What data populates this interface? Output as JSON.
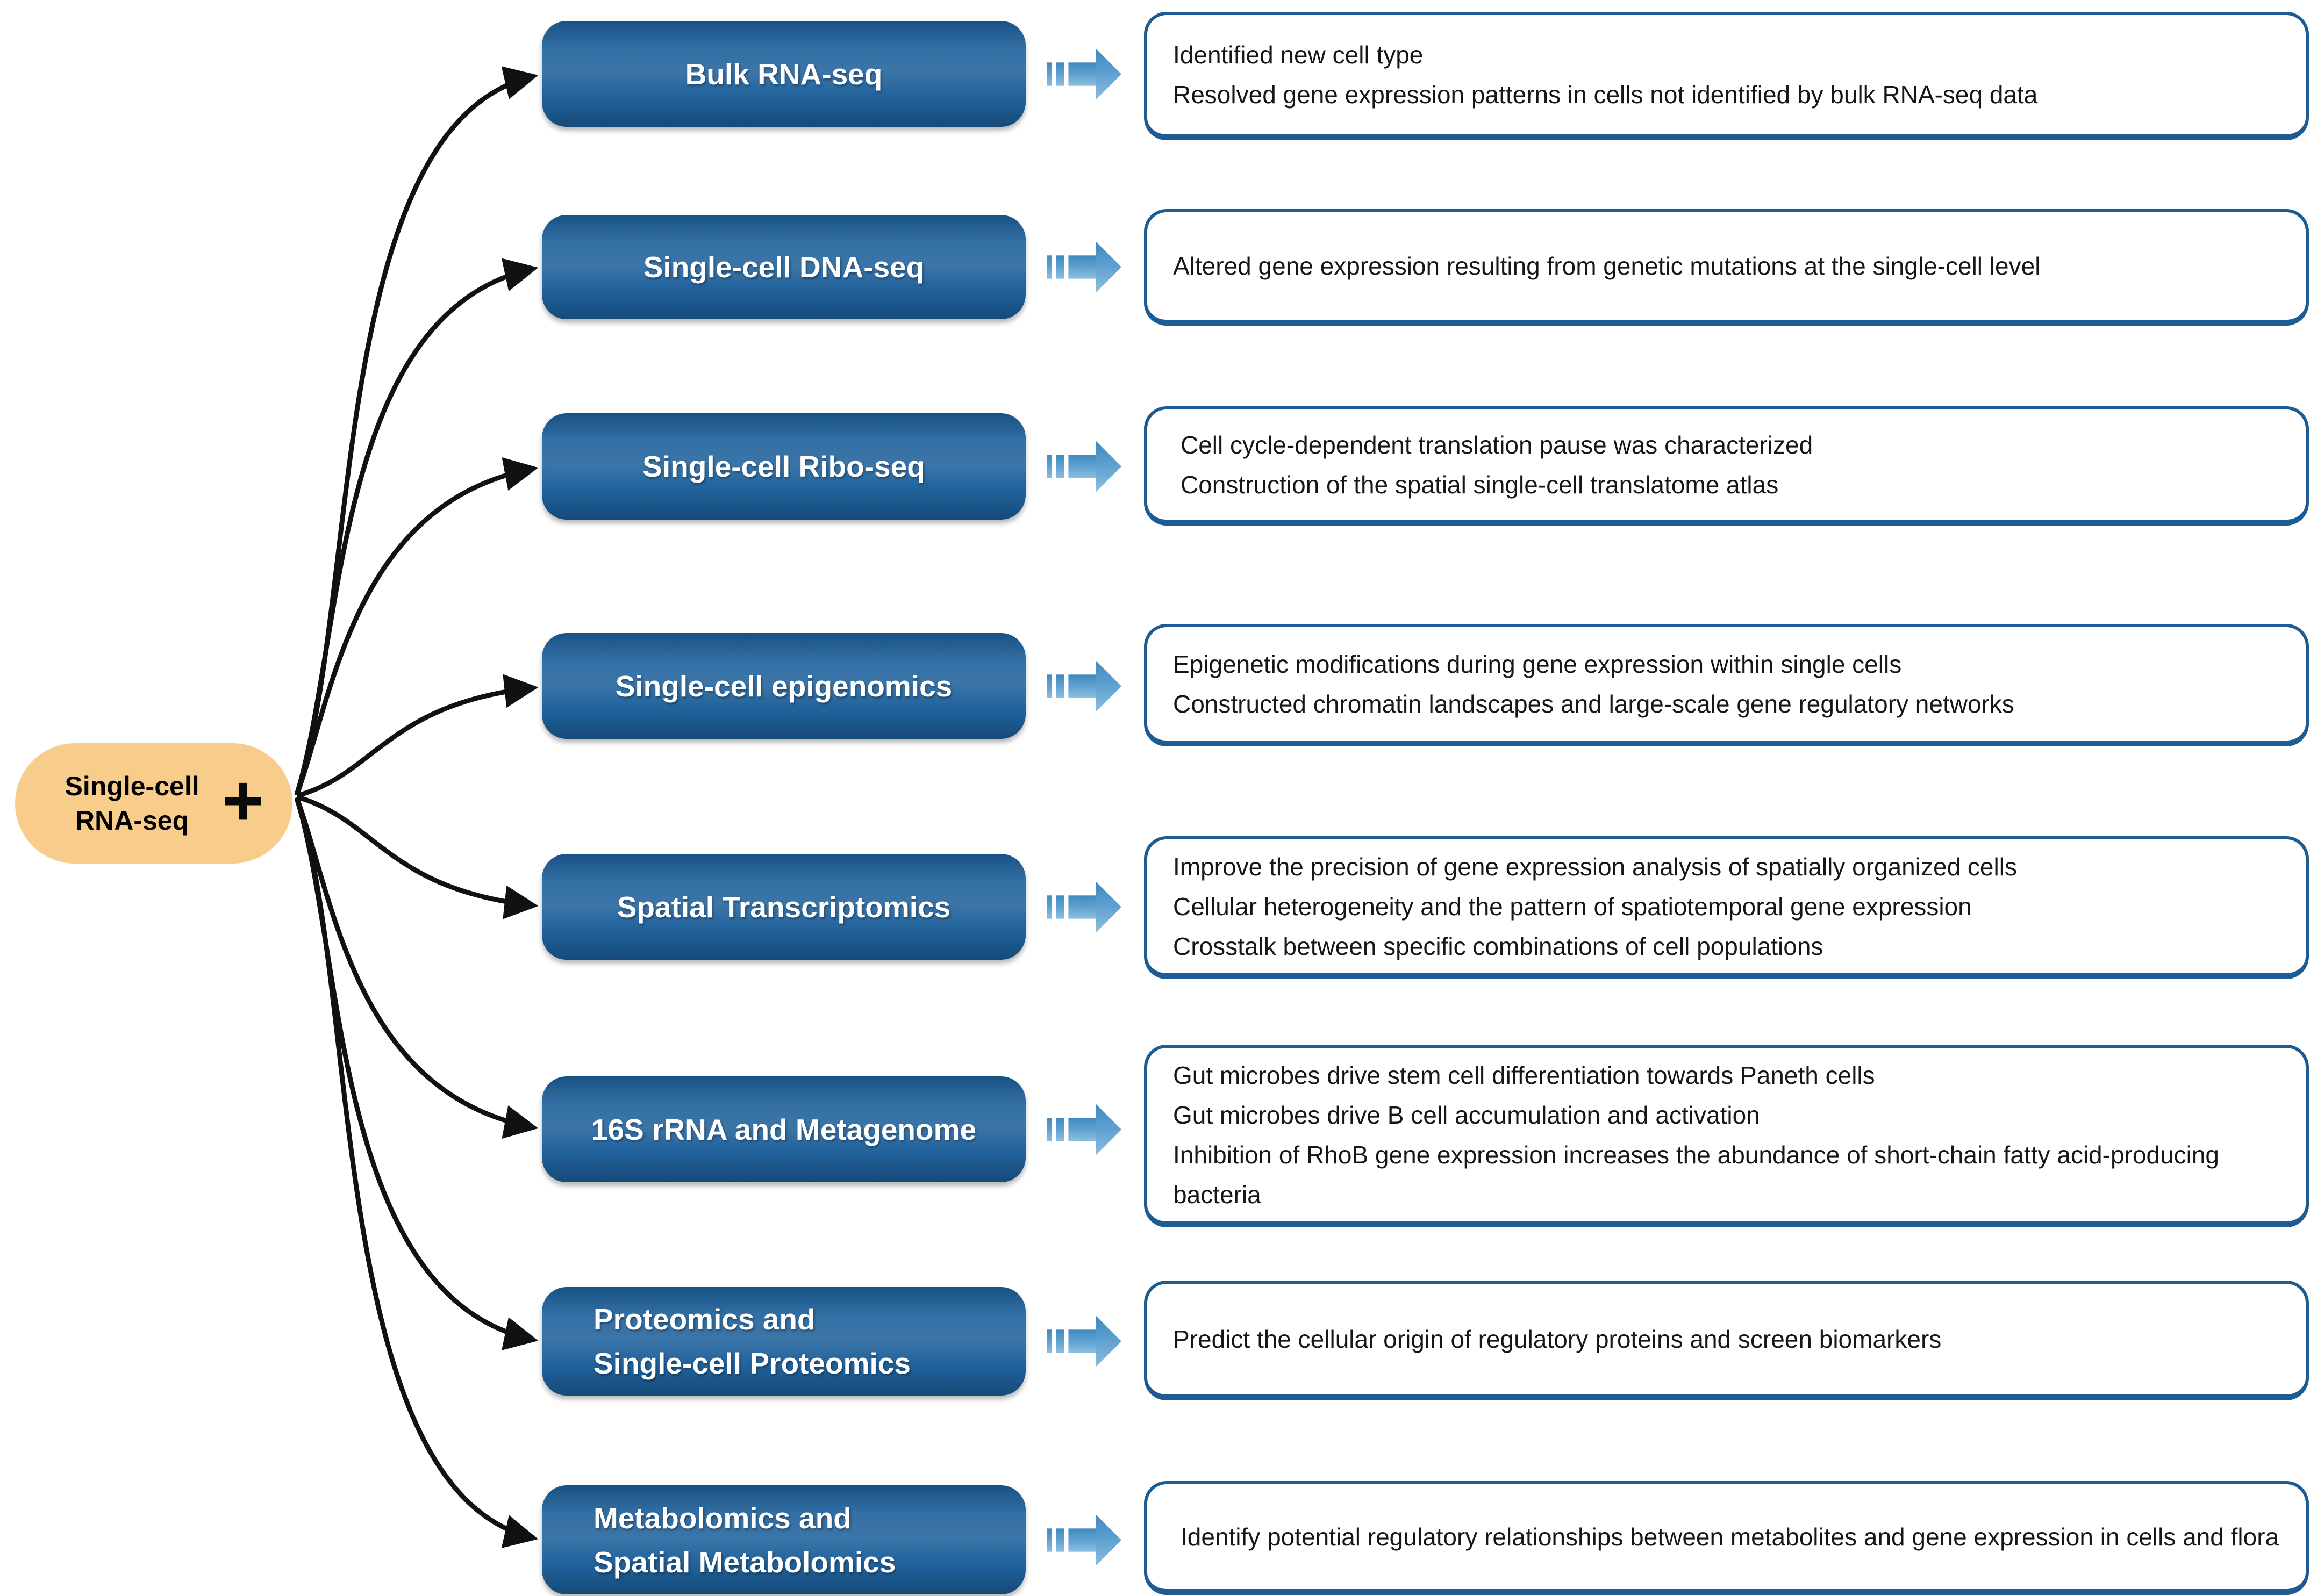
{
  "source": {
    "label": "Single-cell RNA-seq",
    "plus_symbol": "+"
  },
  "rows": [
    {
      "label_lines": [
        "Bulk RNA-seq"
      ],
      "findings": [
        "Identified new cell type",
        "Resolved gene expression patterns in cells not identified by bulk RNA-seq data"
      ]
    },
    {
      "label_lines": [
        "Single-cell DNA-seq"
      ],
      "findings": [
        "Altered gene expression resulting from genetic mutations at the single-cell level"
      ]
    },
    {
      "label_lines": [
        "Single-cell Ribo-seq"
      ],
      "findings": [
        "Cell cycle-dependent translation pause was characterized",
        "Construction of the spatial single-cell translatome atlas"
      ]
    },
    {
      "label_lines": [
        "Single-cell epigenomics"
      ],
      "findings": [
        "Epigenetic modifications during gene expression within single cells",
        "Constructed chromatin landscapes and large-scale gene regulatory networks"
      ]
    },
    {
      "label_lines": [
        "Spatial Transcriptomics"
      ],
      "findings": [
        "Improve the precision of gene expression analysis of spatially organized cells",
        "Cellular heterogeneity and the pattern of spatiotemporal gene expression",
        "Crosstalk between specific combinations of cell populations"
      ]
    },
    {
      "label_lines": [
        "16S rRNA and Metagenome"
      ],
      "findings": [
        "Gut microbes drive stem cell differentiation towards Paneth cells",
        "Gut microbes drive B cell accumulation and activation",
        "Inhibition of RhoB gene expression increases the abundance of short-chain fatty acid-producing bacteria"
      ]
    },
    {
      "label_lines": [
        "Proteomics and",
        "Single-cell Proteomics"
      ],
      "findings": [
        "Predict the cellular origin of regulatory proteins and screen biomarkers"
      ]
    },
    {
      "label_lines": [
        "Metabolomics and",
        "Spatial Metabolomics"
      ],
      "findings": [
        "Identify potential regulatory relationships between metabolites and gene expression in cells and flora"
      ]
    }
  ],
  "colors": {
    "box_blue": "#1c5f9a",
    "border_blue": "#1c5c92",
    "arrow_blue": "#5b9fd0",
    "oval_orange": "#f8cd8c",
    "connector_black": "#111111"
  }
}
